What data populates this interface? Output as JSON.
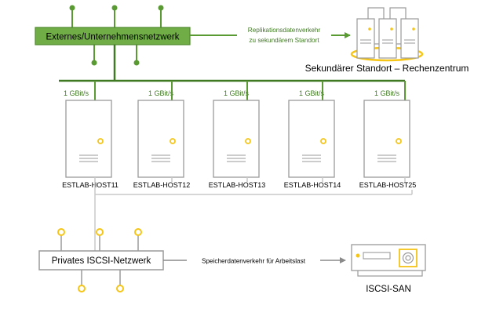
{
  "external_network": {
    "label": "Externes/Unternehmensnetzwerk"
  },
  "replication": {
    "line1": "Replikationsdatenverkehr",
    "line2": "zu sekundärem Standort"
  },
  "secondary_site": {
    "label": "Sekundärer Standort – Rechenzentrum"
  },
  "hosts": [
    {
      "name": "ESTLAB-HOST11",
      "speed": "1 GBit/s"
    },
    {
      "name": "ESTLAB-HOST12",
      "speed": "1 GBit/s"
    },
    {
      "name": "ESTLAB-HOST13",
      "speed": "1 GBit/s"
    },
    {
      "name": "ESTLAB-HOST14",
      "speed": "1 GBit/s"
    },
    {
      "name": "ESTLAB-HOST25",
      "speed": "1 GBit/s"
    }
  ],
  "private_network": {
    "label": "Privates ISCSI-Netzwerk"
  },
  "storage_traffic": {
    "label": "Speicherdatenverkehr für Arbeitslast"
  },
  "san": {
    "label": "ISCSI-SAN"
  },
  "colors": {
    "green": "#5a9a32",
    "green_dark": "#3f7a22",
    "green_fill": "#70ad47",
    "yellow": "#f5c518",
    "gray": "#9a9a9a",
    "gray_light": "#c8c8c8",
    "text": "#000000"
  }
}
